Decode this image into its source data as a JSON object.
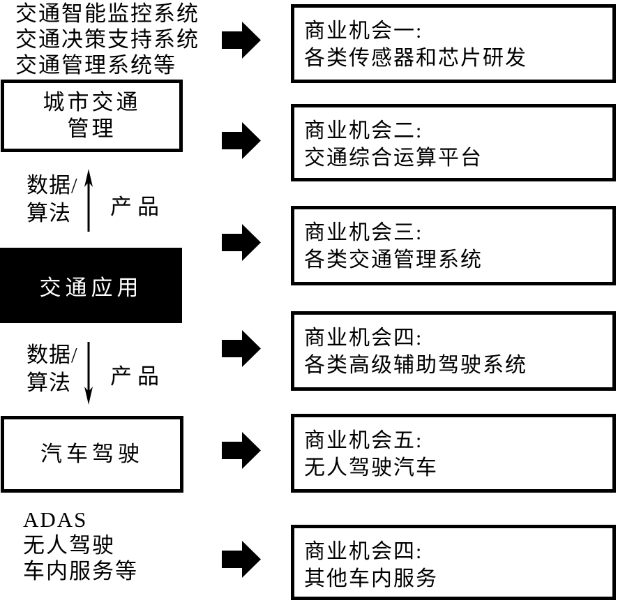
{
  "diagram": {
    "left": {
      "top_list": {
        "line1": "交通智能监控系统",
        "line2": "交通决策支持系统",
        "line3": "交通管理系统等"
      },
      "city_box": {
        "line1": "城市交通",
        "line2": "管理"
      },
      "up_flow": {
        "side_line1": "数据/",
        "side_line2": "算法",
        "right_label": "产品"
      },
      "app_box": {
        "label": "交通应用"
      },
      "down_flow": {
        "side_line1": "数据/",
        "side_line2": "算法",
        "right_label": "产品"
      },
      "car_box": {
        "label": "汽车驾驶"
      },
      "bottom_list": {
        "line1": "ADAS",
        "line2": "无人驾驶",
        "line3": "车内服务等"
      }
    },
    "opportunities": [
      {
        "title": "商业机会一:",
        "desc": "各类传感器和芯片研发"
      },
      {
        "title": "商业机会二:",
        "desc": "交通综合运算平台"
      },
      {
        "title": "商业机会三:",
        "desc": "各类交通管理系统"
      },
      {
        "title": "商业机会四:",
        "desc": "各类高级辅助驾驶系统"
      },
      {
        "title": "商业机会五:",
        "desc": "无人驾驶汽车"
      },
      {
        "title": "商业机会四:",
        "desc": "其他车内服务"
      }
    ],
    "icons": {
      "right_arrow": "right-arrow-icon",
      "up_arrow": "up-arrow-icon",
      "down_arrow": "down-arrow-icon"
    },
    "colors": {
      "ink": "#000000",
      "paper": "#ffffff",
      "inverse_text": "#ffffff"
    }
  }
}
